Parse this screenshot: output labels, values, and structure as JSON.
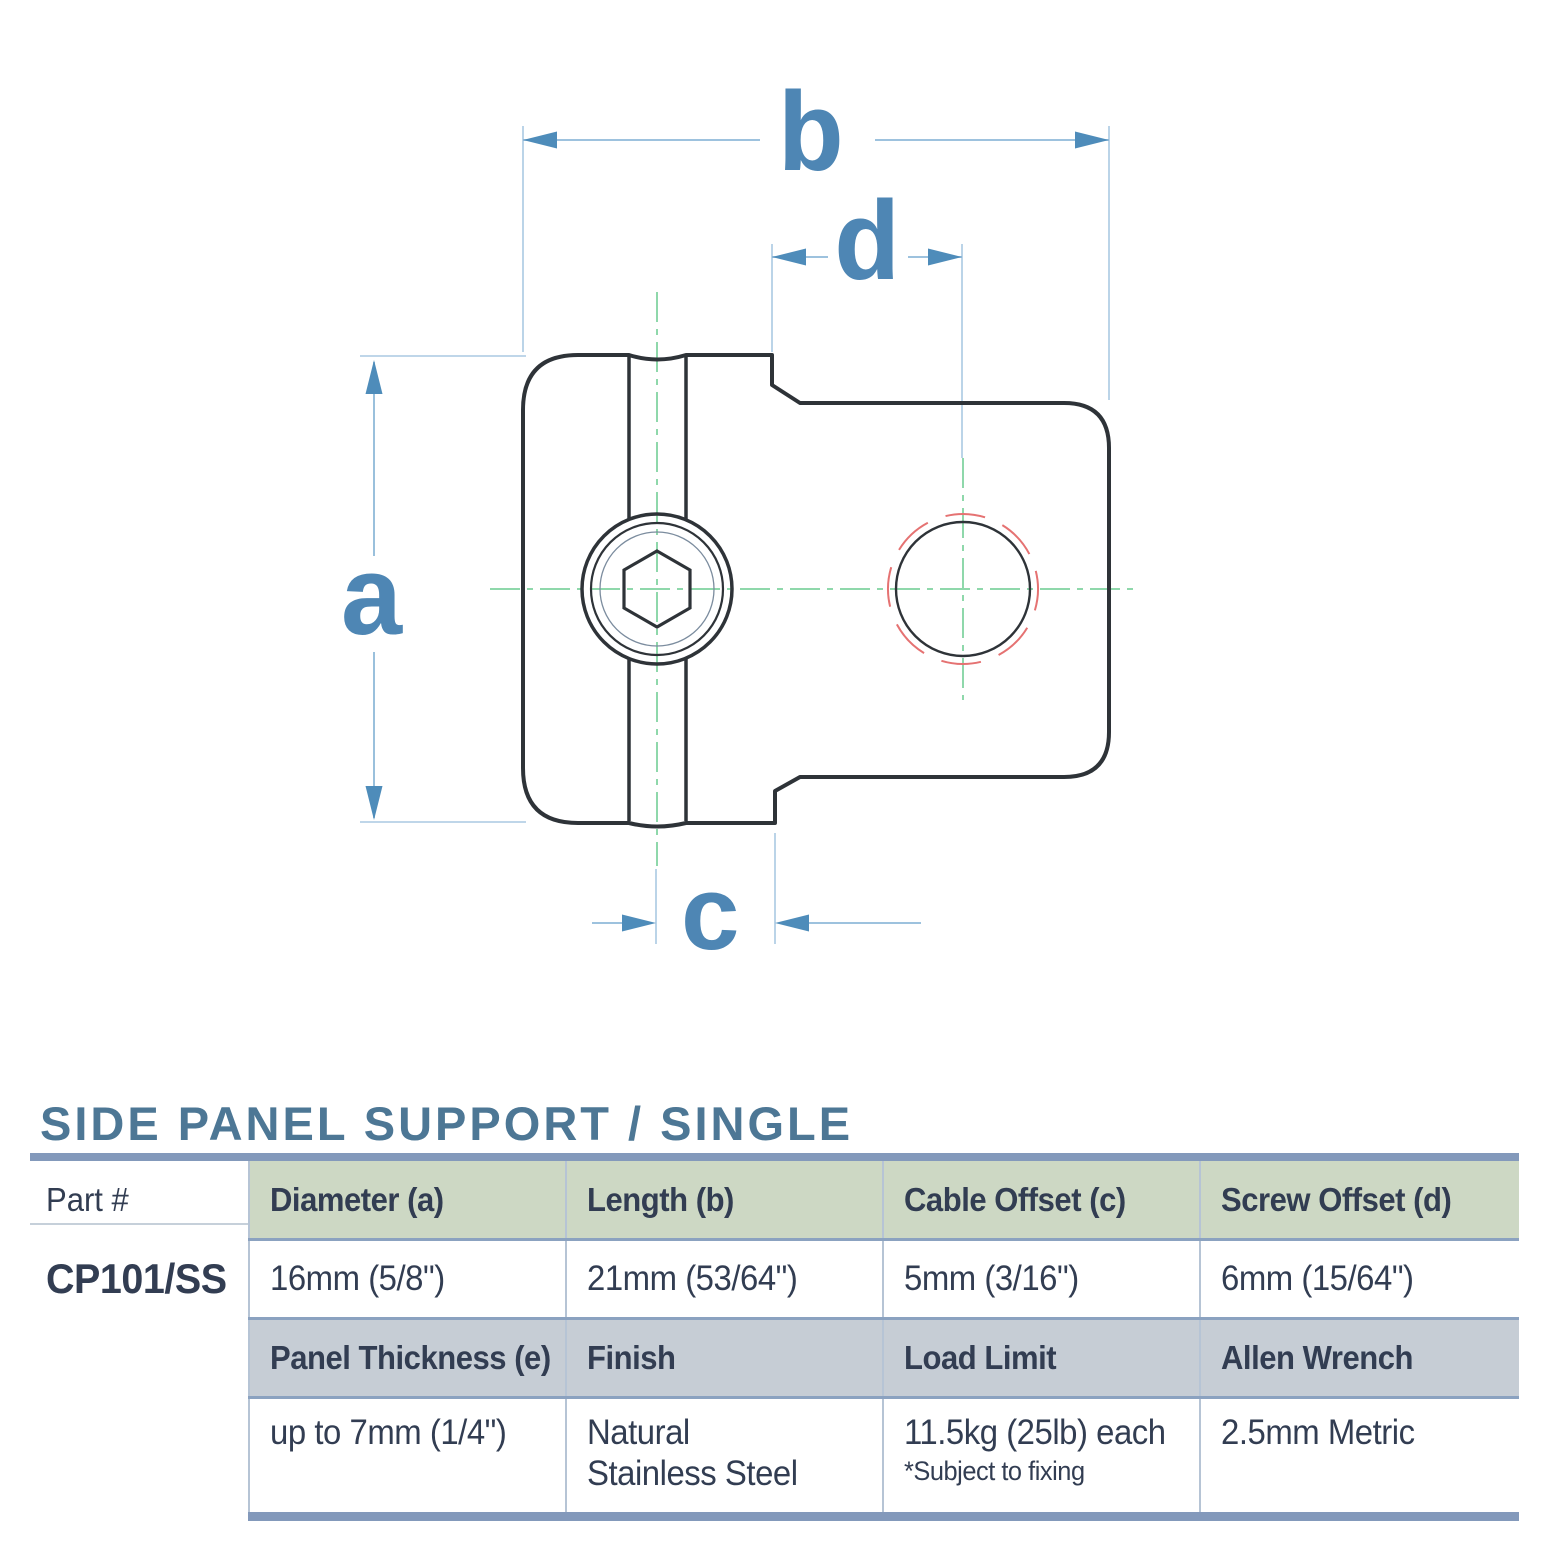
{
  "drawing": {
    "dim_labels": {
      "a": "a",
      "b": "b",
      "c": "c",
      "d": "d"
    },
    "colors": {
      "outline": "#2e3338",
      "dimension_letter_blue": "#4e86b4",
      "dimension_line_blue": "#8fb9d9",
      "arrow_blue": "#4e8cba",
      "extension_line_blue": "#aac9e2",
      "centerline_green": "#8fd8ab",
      "cable_hole_highlight_red": "#e57272",
      "inner_circle_gray": "#7b8c9e"
    }
  },
  "section_title": "SIDE PANEL SUPPORT / SINGLE",
  "table": {
    "part_header": "Part #",
    "part_number": "CP101/SS",
    "row1_headers": [
      "Diameter (a)",
      "Length (b)",
      "Cable Offset (c)",
      "Screw Offset (d)"
    ],
    "row1_values": [
      "16mm (5/8\")",
      "21mm (53/64\")",
      "5mm (3/16\")",
      "6mm (15/64\")"
    ],
    "row2_headers": [
      "Panel Thickness (e)",
      "Finish",
      "Load Limit",
      "Allen Wrench"
    ],
    "row2_values": [
      "up to 7mm (1/4\")",
      "Natural Stainless Steel",
      "11.5kg (25lb) each",
      "2.5mm Metric"
    ],
    "load_limit_note": "*Subject to fixing",
    "colors": {
      "header_green_bg": "#cdd8c4",
      "header_gray_bg": "#c6cdd5",
      "border_blue": "#8399bb",
      "text_dark": "#323d52",
      "title_blue": "#4d7795"
    }
  }
}
